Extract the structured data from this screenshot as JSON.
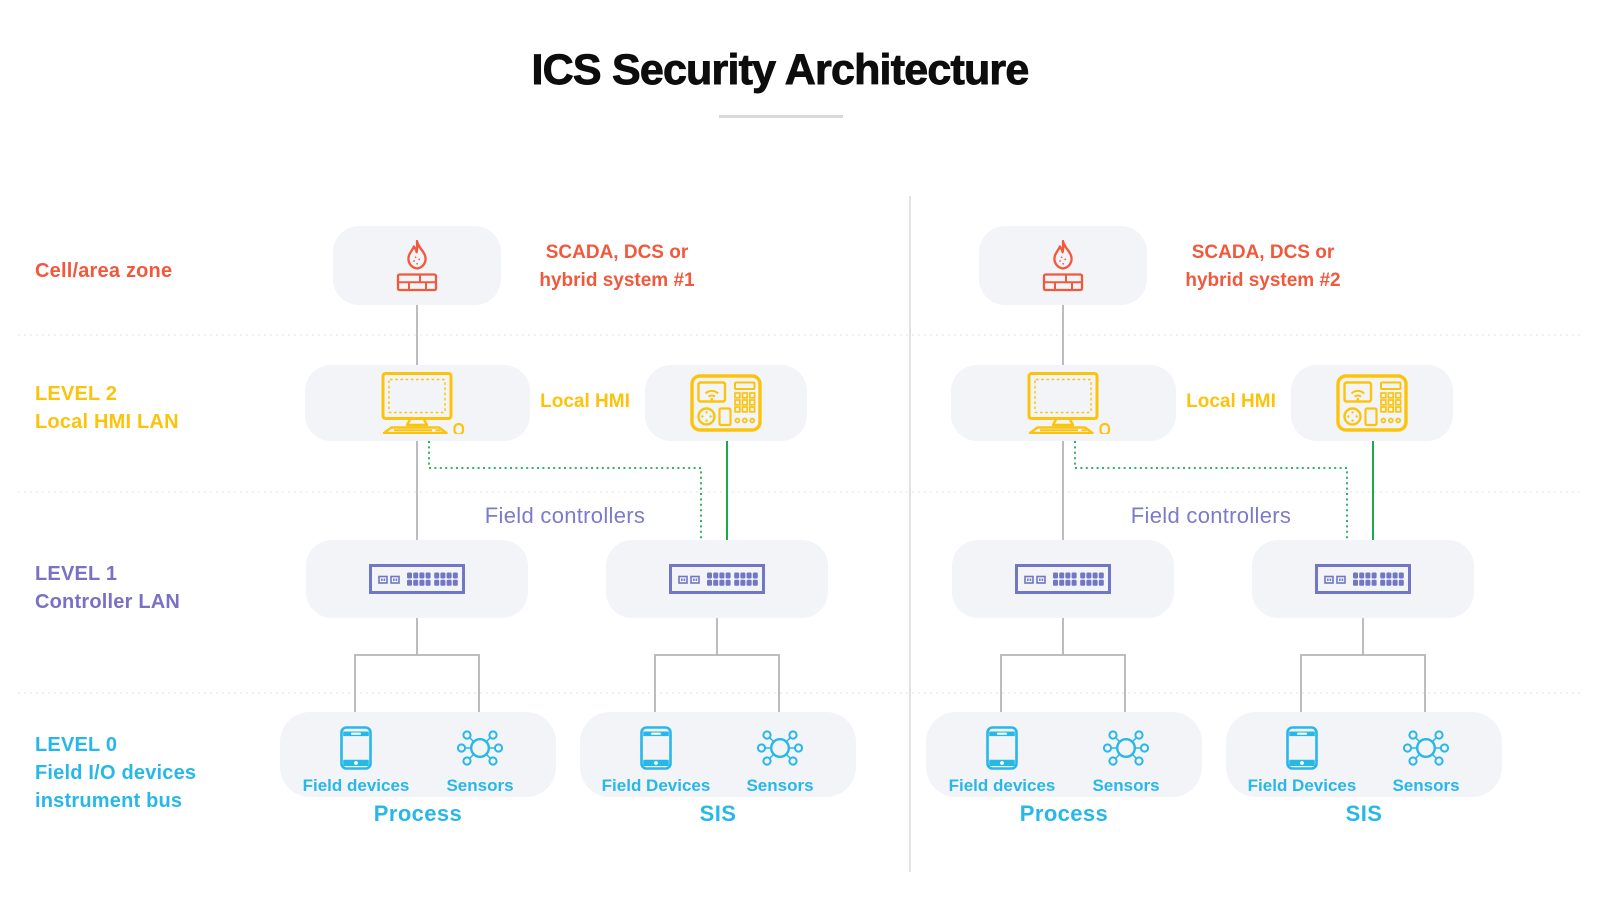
{
  "title": "ICS Security Architecture",
  "side_labels": {
    "zone": "Cell/area zone",
    "level2": [
      "LEVEL 2",
      "Local HMI LAN"
    ],
    "level1": [
      "LEVEL 1",
      "Controller LAN"
    ],
    "level0": [
      "LEVEL 0",
      "Field I/O devices",
      "instrument bus"
    ]
  },
  "halves": [
    {
      "scada": [
        "SCADA, DCS or",
        "hybrid system #1"
      ],
      "local_hmi": "Local HMI",
      "field_controllers": "Field controllers",
      "process_box": {
        "device": "Field devices",
        "sensors": "Sensors"
      },
      "sis_box": {
        "device": "Field Devices",
        "sensors": "Sensors"
      },
      "process_label": "Process",
      "sis_label": "SIS"
    },
    {
      "scada": [
        "SCADA, DCS or",
        "hybrid system #2"
      ],
      "local_hmi": "Local HMI",
      "field_controllers": "Field controllers",
      "process_box": {
        "device": "Field devices",
        "sensors": "Sensors"
      },
      "sis_box": {
        "device": "Field Devices",
        "sensors": "Sensors"
      },
      "process_label": "Process",
      "sis_label": "SIS"
    }
  ],
  "icons": {
    "firewall": "firewall-flame-brick-icon",
    "workstation": "computer-workstation-icon",
    "hmi_panel": "hmi-control-panel-icon",
    "network_switch": "ethernet-switch-icon",
    "field_device": "smartphone-device-icon",
    "sensor": "sensor-hub-icon"
  },
  "colors": {
    "orange": "#f2583c",
    "yellow": "#fcc30d",
    "purple_icon": "#7176c5",
    "purple_text": "#7c7bca",
    "cyan": "#28b7e9",
    "green": "#1ba94c",
    "connector_gray": "#b5b5b5",
    "box_fill": "#f3f4f8"
  }
}
